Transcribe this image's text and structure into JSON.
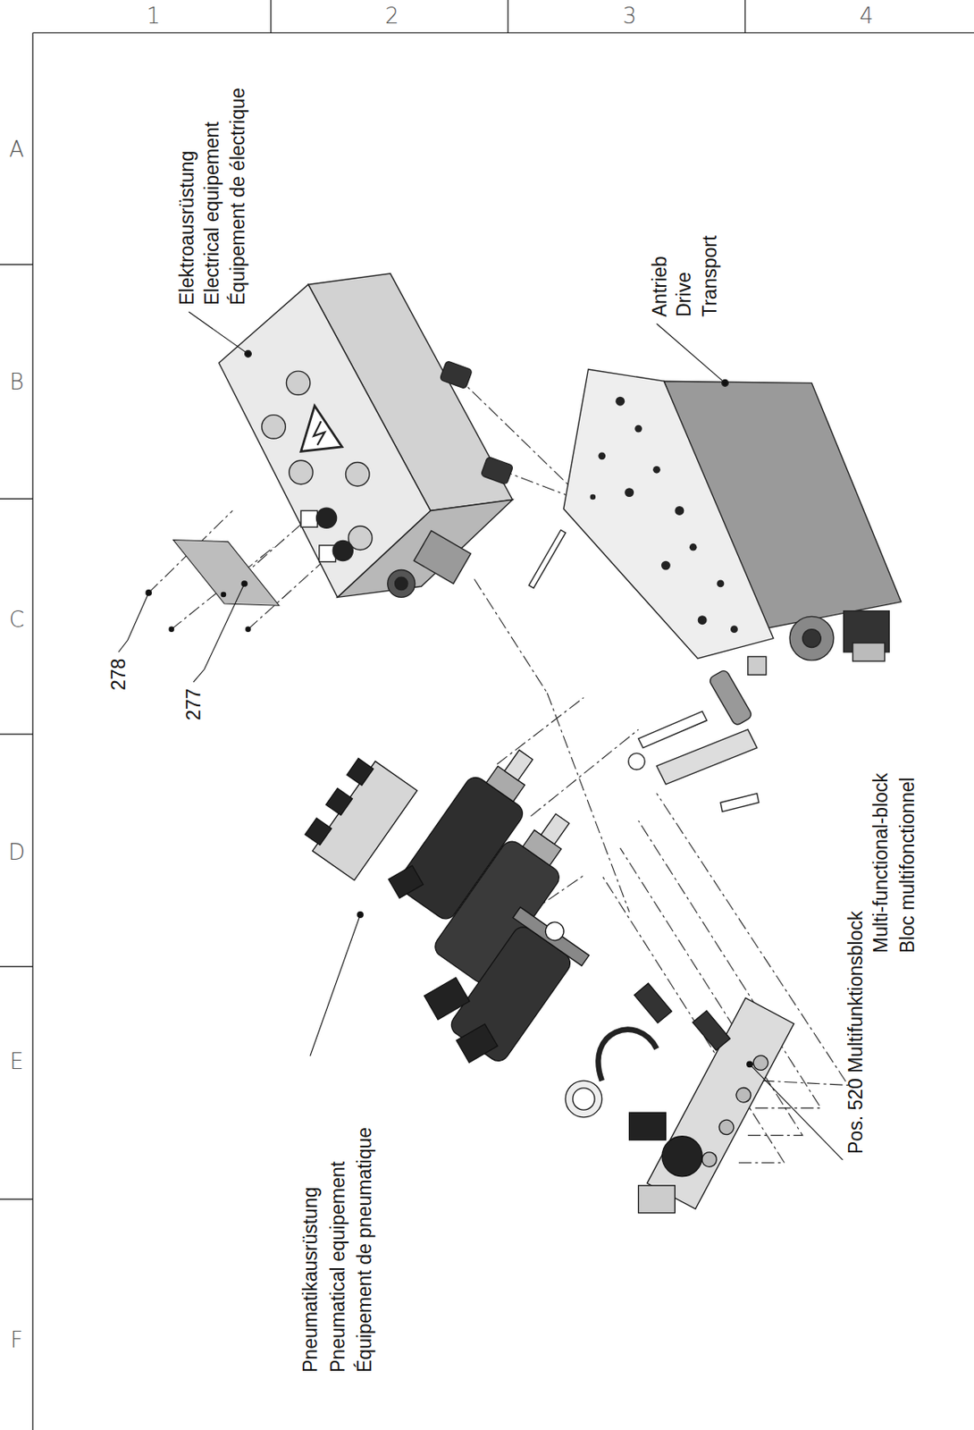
{
  "diagram": {
    "labels": [
      "1",
      "2",
      "3",
      "4",
      "A",
      "B",
      "C",
      "D",
      "E",
      "F",
      "Elektroausrüstung",
      "Electrical equipement",
      "Équipement de électrique",
      "278",
      "277",
      "Antrieb",
      "Drive",
      "Transport",
      "Pos. 520 Multifunktionsblock",
      "Multi-functional-block",
      "Bloc multifonctionnel",
      "Pneumatikausrüstung",
      "Pneumatical equipement",
      "Équipement de pneumatique"
    ]
  }
}
